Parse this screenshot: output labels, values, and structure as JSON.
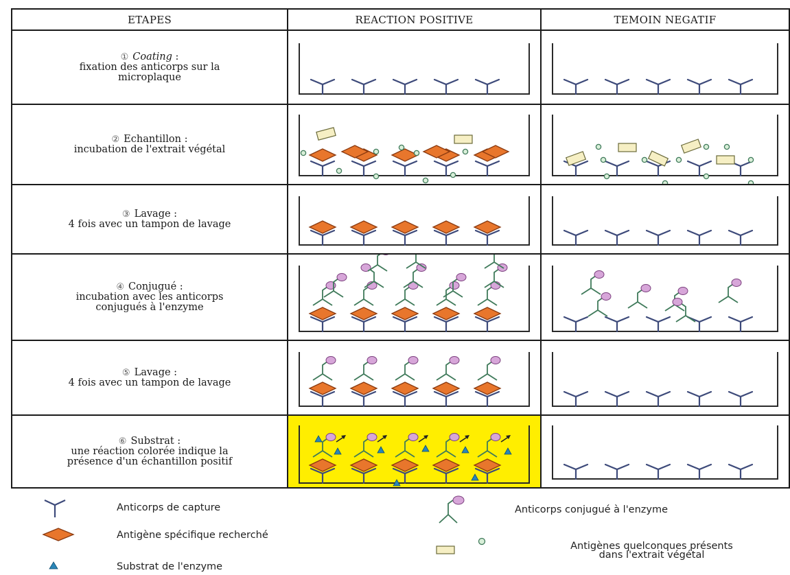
{
  "header": {
    "col1": "ETAPES",
    "col2": "REACTION POSITIVE",
    "col3": "TEMOIN NEGATIF"
  },
  "steps": [
    {
      "num": "①",
      "title": "Coating",
      "title_italic": true,
      "suffix": " :",
      "desc": [
        "fixation des anticorps sur la",
        "microplaque"
      ]
    },
    {
      "num": "②",
      "title": "Echantillon",
      "title_italic": false,
      "suffix": " :",
      "desc": [
        "incubation de l'extrait végétal"
      ]
    },
    {
      "num": "③",
      "title": "Lavage",
      "title_italic": false,
      "suffix": " :",
      "desc": [
        "4 fois avec un tampon de lavage"
      ]
    },
    {
      "num": "④",
      "title": "Conjugué",
      "title_italic": false,
      "suffix": " :",
      "desc": [
        "incubation avec les anticorps",
        "conjugués à l'enzyme"
      ]
    },
    {
      "num": "⑤",
      "title": "Lavage",
      "title_italic": false,
      "suffix": " :",
      "desc": [
        "4 fois avec un tampon de lavage"
      ]
    },
    {
      "num": "⑥",
      "title": "Substrat",
      "title_italic": false,
      "suffix": " :",
      "desc": [
        "une réaction colorée indique la",
        "présence d'un échantillon positif"
      ]
    }
  ],
  "legend": {
    "capture_antibody": "Anticorps de capture",
    "specific_antigen": "Antigène spécifique recherché",
    "substrate": "Substrat de l'enzyme",
    "conjugate": "Anticorps conjugué à l'enzyme",
    "other_antigens_line1": "Antigènes quelconques présents",
    "other_antigens_line2": "dans l'extrait végétal"
  },
  "colors": {
    "antibody": "#3d4a7a",
    "antigen_fill": "#e8762c",
    "antigen_stroke": "#8a3a10",
    "conjugate_antibody": "#3f7a5a",
    "enzyme_fill": "#d7a6d9",
    "enzyme_stroke": "#7a3f7d",
    "other_antigen_fill": "#f6efc4",
    "other_antigen_stroke": "#6a6a3a",
    "small_circle_fill": "#d9efd9",
    "small_circle_stroke": "#3f7a5a",
    "substrate": "#2a86b8",
    "substrate_cell_bg": "#ffee00"
  }
}
